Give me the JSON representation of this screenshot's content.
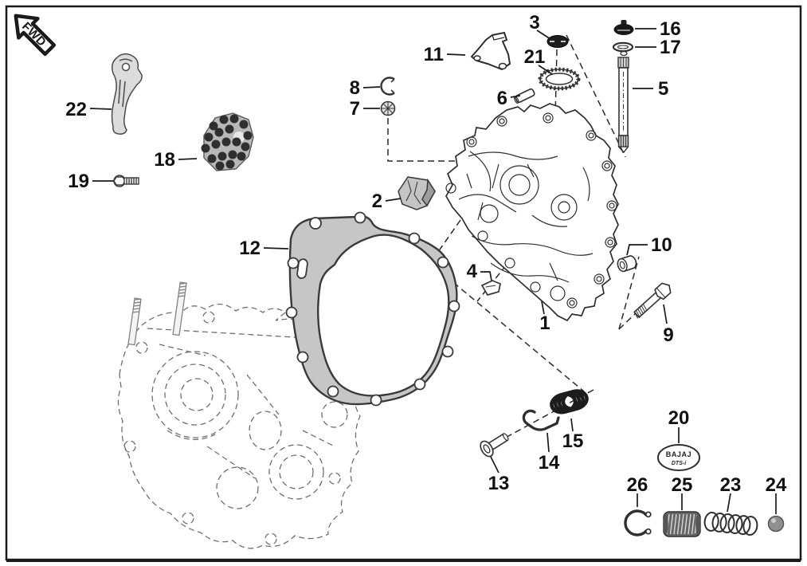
{
  "page": {
    "background": "#ffffff",
    "border_color": "#1a1a1a",
    "line_color": "#2e2e2e",
    "ghost_color": "#6f6f6f",
    "metal_fill": "#d9d9d9",
    "gasket_fill": "#c6c6c6",
    "dark_fill": "#1f1f1f"
  },
  "fwd_badge": {
    "label": "FWD"
  },
  "brand_badge": {
    "line1": "BAJAJ",
    "line2": "DTS-i"
  },
  "callouts": [
    {
      "num": "1",
      "part": "clutch-cover"
    },
    {
      "num": "2",
      "part": "breather-element"
    },
    {
      "num": "3",
      "part": "adjuster-nut"
    },
    {
      "num": "4",
      "part": "clamp"
    },
    {
      "num": "5",
      "part": "pump-shaft"
    },
    {
      "num": "6",
      "part": "dowel-pin"
    },
    {
      "num": "7",
      "part": "steel-ball"
    },
    {
      "num": "8",
      "part": "snap-ring"
    },
    {
      "num": "9",
      "part": "flange-bolt"
    },
    {
      "num": "10",
      "part": "bush"
    },
    {
      "num": "11",
      "part": "bracket"
    },
    {
      "num": "12",
      "part": "cover-gasket"
    },
    {
      "num": "13",
      "part": "pivot-pin"
    },
    {
      "num": "14",
      "part": "hook-lever"
    },
    {
      "num": "15",
      "part": "torsion-spring"
    },
    {
      "num": "16",
      "part": "cap"
    },
    {
      "num": "17",
      "part": "o-ring"
    },
    {
      "num": "18",
      "part": "roller-retainer"
    },
    {
      "num": "19",
      "part": "screw"
    },
    {
      "num": "20",
      "part": "emblem-plate"
    },
    {
      "num": "21",
      "part": "worm-wheel"
    },
    {
      "num": "22",
      "part": "lever-plate"
    },
    {
      "num": "23",
      "part": "coil-spring"
    },
    {
      "num": "24",
      "part": "ball"
    },
    {
      "num": "25",
      "part": "compression-spring"
    },
    {
      "num": "26",
      "part": "circlip"
    }
  ]
}
